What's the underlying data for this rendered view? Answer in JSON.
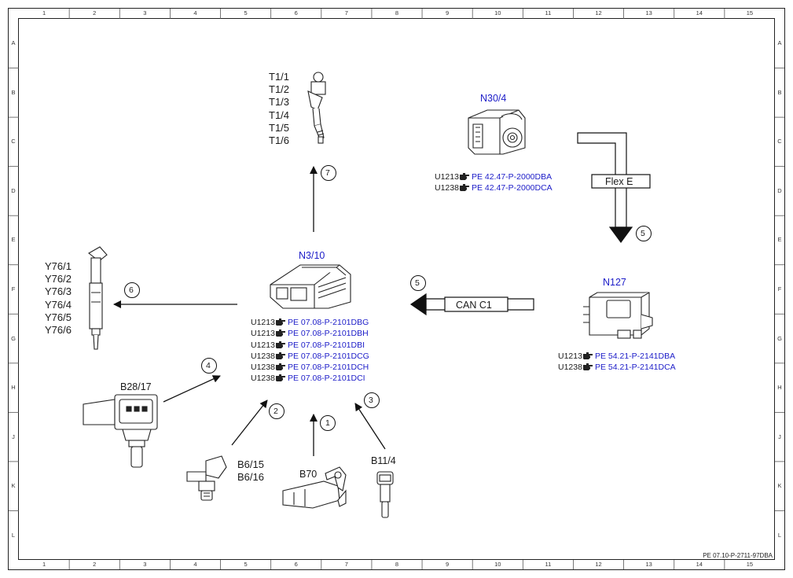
{
  "grid": {
    "columns": [
      "1",
      "2",
      "3",
      "4",
      "5",
      "6",
      "7",
      "8",
      "9",
      "10",
      "11",
      "12",
      "13",
      "14",
      "15"
    ],
    "rows": [
      "A",
      "B",
      "C",
      "D",
      "E",
      "F",
      "G",
      "H",
      "J",
      "K",
      "L"
    ]
  },
  "ecu": {
    "name": "N3/10",
    "refs": [
      {
        "code": "U1213",
        "doc": "PE 07.08-P-2101DBG"
      },
      {
        "code": "U1213",
        "doc": "PE 07.08-P-2101DBH"
      },
      {
        "code": "U1213",
        "doc": "PE 07.08-P-2101DBI"
      },
      {
        "code": "U1238",
        "doc": "PE 07.08-P-2101DCG"
      },
      {
        "code": "U1238",
        "doc": "PE 07.08-P-2101DCH"
      },
      {
        "code": "U1238",
        "doc": "PE 07.08-P-2101DCI"
      }
    ]
  },
  "esp": {
    "name": "N30/4",
    "refs": [
      {
        "code": "U1213",
        "doc": "PE 42.47-P-2000DBA"
      },
      {
        "code": "U1238",
        "doc": "PE 42.47-P-2000DCA"
      }
    ]
  },
  "gateway": {
    "name": "N127",
    "refs": [
      {
        "code": "U1213",
        "doc": "PE 54.21-P-2141DBA"
      },
      {
        "code": "U1238",
        "doc": "PE 54.21-P-2141DCA"
      }
    ]
  },
  "ignition_coils": [
    "T1/1",
    "T1/2",
    "T1/3",
    "T1/4",
    "T1/5",
    "T1/6"
  ],
  "injectors": [
    "Y76/1",
    "Y76/2",
    "Y76/3",
    "Y76/4",
    "Y76/5",
    "Y76/6"
  ],
  "sensors": {
    "pressure": "B28/17",
    "camshaft": [
      "B6/15",
      "B6/16"
    ],
    "crankshaft": "B70",
    "coolant": "B11/4"
  },
  "buses": {
    "flexray": "Flex E",
    "can": "CAN C1"
  },
  "markers": {
    "m1": "1",
    "m2": "2",
    "m3": "3",
    "m4": "4",
    "m5a": "5",
    "m5b": "5",
    "m6": "6",
    "m7": "7"
  },
  "footer": "PE 07.10-P-2711-97DBA"
}
